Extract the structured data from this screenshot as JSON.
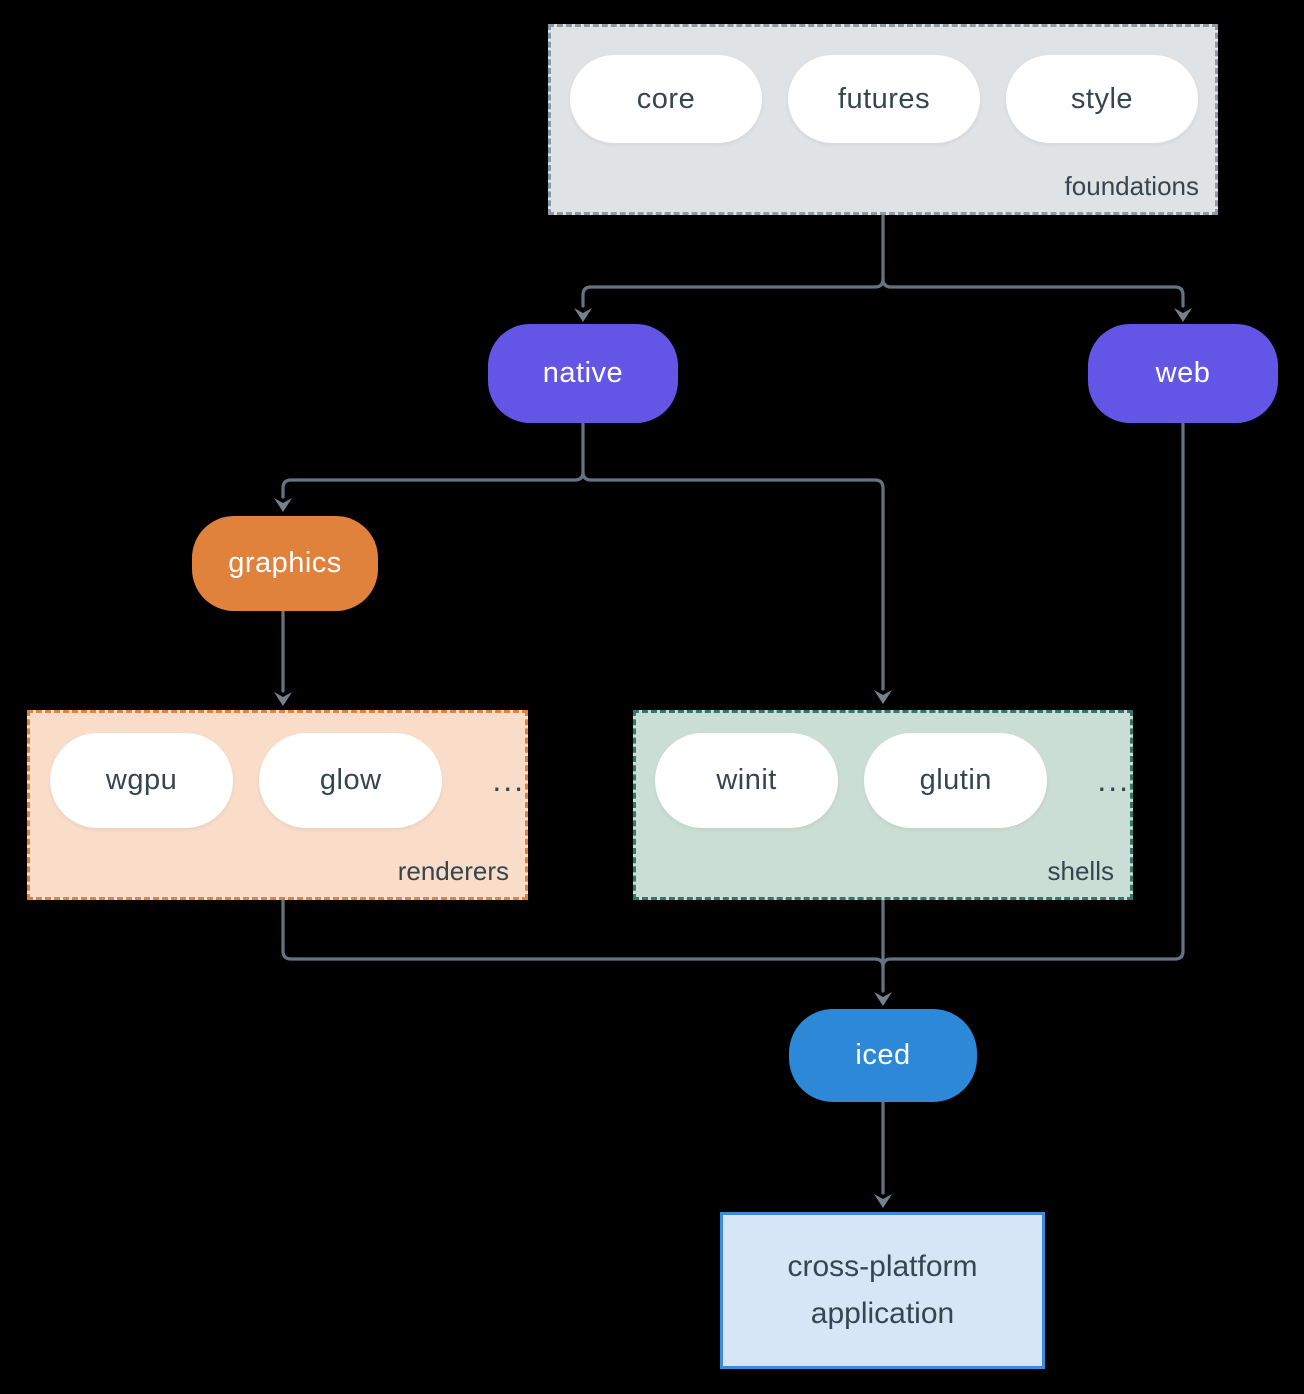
{
  "colors": {
    "background": "#000000",
    "connector": "#637482",
    "arrowhead": "#74828e",
    "foundations_fill": "#dfe3e6",
    "foundations_border": "#8c9aa5",
    "node_purple": "#6356e6",
    "node_orange": "#e0813c",
    "renderers_fill": "#f9ddc9",
    "renderers_border": "#e0813c",
    "shells_fill": "#cbded6",
    "shells_border": "#2b7a6b",
    "iced_blue": "#2e88d8",
    "app_fill": "#d6e6f7",
    "app_border": "#3b8ce0",
    "text_dark": "#36454f",
    "pill_fill": "#ffffff"
  },
  "diagram": {
    "foundations": {
      "label": "foundations",
      "items": [
        "core",
        "futures",
        "style"
      ]
    },
    "native": {
      "label": "native"
    },
    "web": {
      "label": "web"
    },
    "graphics": {
      "label": "graphics"
    },
    "renderers": {
      "label": "renderers",
      "items": [
        "wgpu",
        "glow"
      ],
      "ellipsis": "..."
    },
    "shells": {
      "label": "shells",
      "items": [
        "winit",
        "glutin"
      ],
      "ellipsis": "..."
    },
    "iced": {
      "label": "iced"
    },
    "application": {
      "label": "cross-platform application"
    }
  }
}
